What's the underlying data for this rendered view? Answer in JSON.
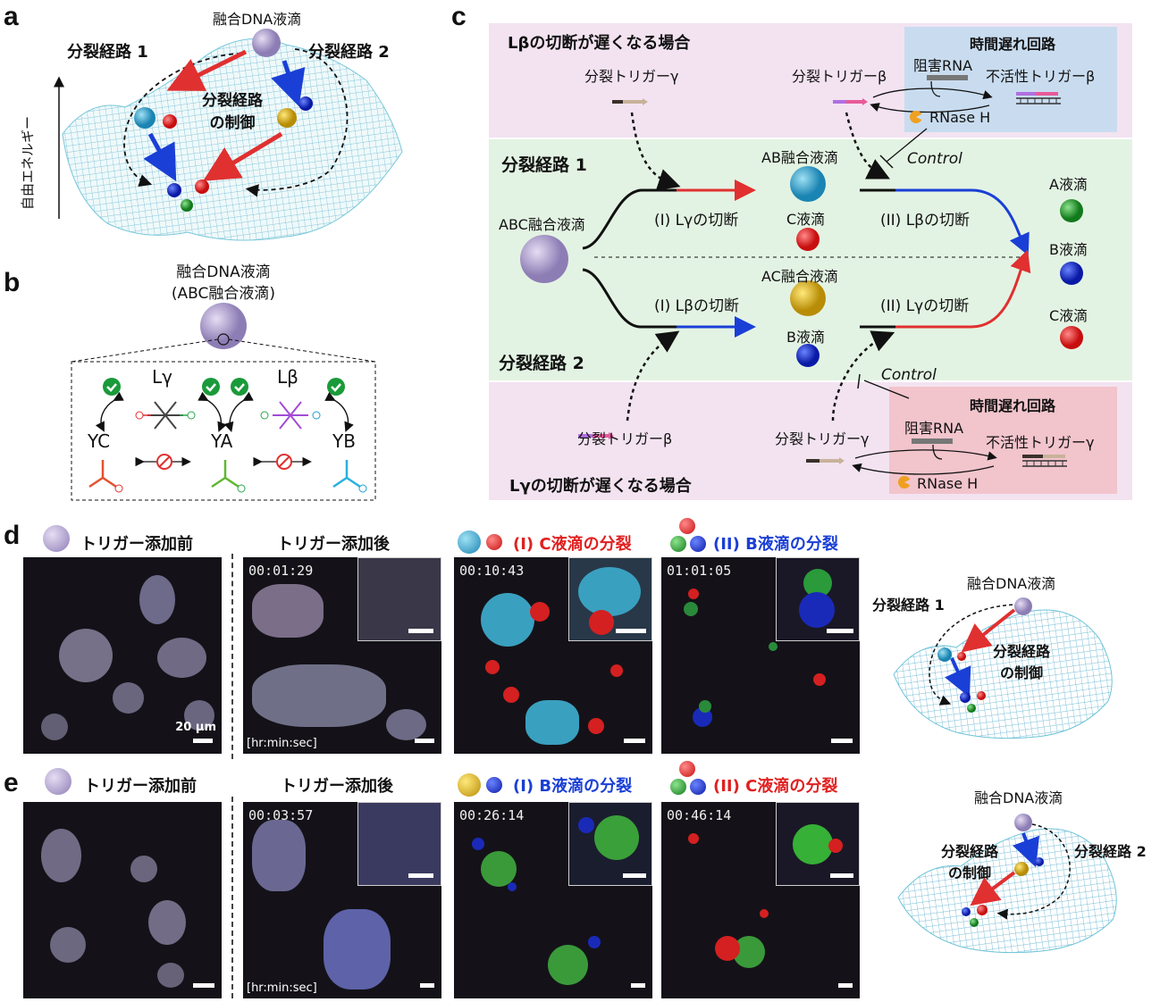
{
  "panels": {
    "a": "a",
    "b": "b",
    "c": "c",
    "d": "d",
    "e": "e"
  },
  "a": {
    "top": "融合DNA液滴",
    "path1": "分裂経路 1",
    "path2": "分裂経路 2",
    "control": "分裂経路\nの制御",
    "yaxis": "自由エネルギー"
  },
  "b": {
    "title1": "融合DNA液滴",
    "title2": "(ABC融合液滴)",
    "lg": "Lγ",
    "lb": "Lβ",
    "yc": "YC",
    "ya": "YA",
    "yb": "YB"
  },
  "c": {
    "top_title": "Lβの切断が遅くなる場合",
    "bottom_title": "Lγの切断が遅くなる場合",
    "delay_title": "時間遅れ回路",
    "inhibitor": "阻害RNA",
    "inactive_b": "不活性トリガーβ",
    "inactive_g": "不活性トリガーγ",
    "rnase": "RNase H",
    "trig_g": "分裂トリガーγ",
    "trig_b": "分裂トリガーβ",
    "path1": "分裂経路 1",
    "path2": "分裂経路 2",
    "control": "Control",
    "abc": "ABC融合液滴",
    "ab": "AB融合液滴",
    "ac": "AC融合液滴",
    "cdrop": "C液滴",
    "bdrop": "B液滴",
    "adrop": "A液滴",
    "cut1_lg": "(I) Lγの切断",
    "cut2_lb": "(II) Lβの切断",
    "cut1_lb": "(I) Lβの切断",
    "cut2_lg": "(II) Lγの切断"
  },
  "d": {
    "h1": "トリガー添加前",
    "h2": "トリガー添加後",
    "h3": "(I) C液滴の分裂",
    "h4": "(II) B液滴の分裂",
    "t2": "00:01:29",
    "t3": "00:10:43",
    "t4": "01:01:05",
    "scale": "20 μm",
    "unit": "[hr:min:sec]",
    "mini_top": "融合DNA液滴",
    "mini_path": "分裂経路 1",
    "mini_control": "分裂経路\nの制御"
  },
  "e": {
    "h1": "トリガー添加前",
    "h2": "トリガー添加後",
    "h3": "(I) B液滴の分裂",
    "h4": "(II) C液滴の分裂",
    "t2": "00:03:57",
    "t3": "00:26:14",
    "t4": "00:46:14",
    "unit": "[hr:min:sec]",
    "mini_top": "融合DNA液滴",
    "mini_path": "分裂経路 2",
    "mini_control": "分裂経路\nの制御"
  },
  "colors": {
    "red": "#e03030",
    "blue": "#1a3fd6",
    "pinkbg": "#f3e3f1",
    "greenbg": "#e3f3e3",
    "bluebox": "#c9dcef",
    "redbox": "#f2c4cc"
  }
}
